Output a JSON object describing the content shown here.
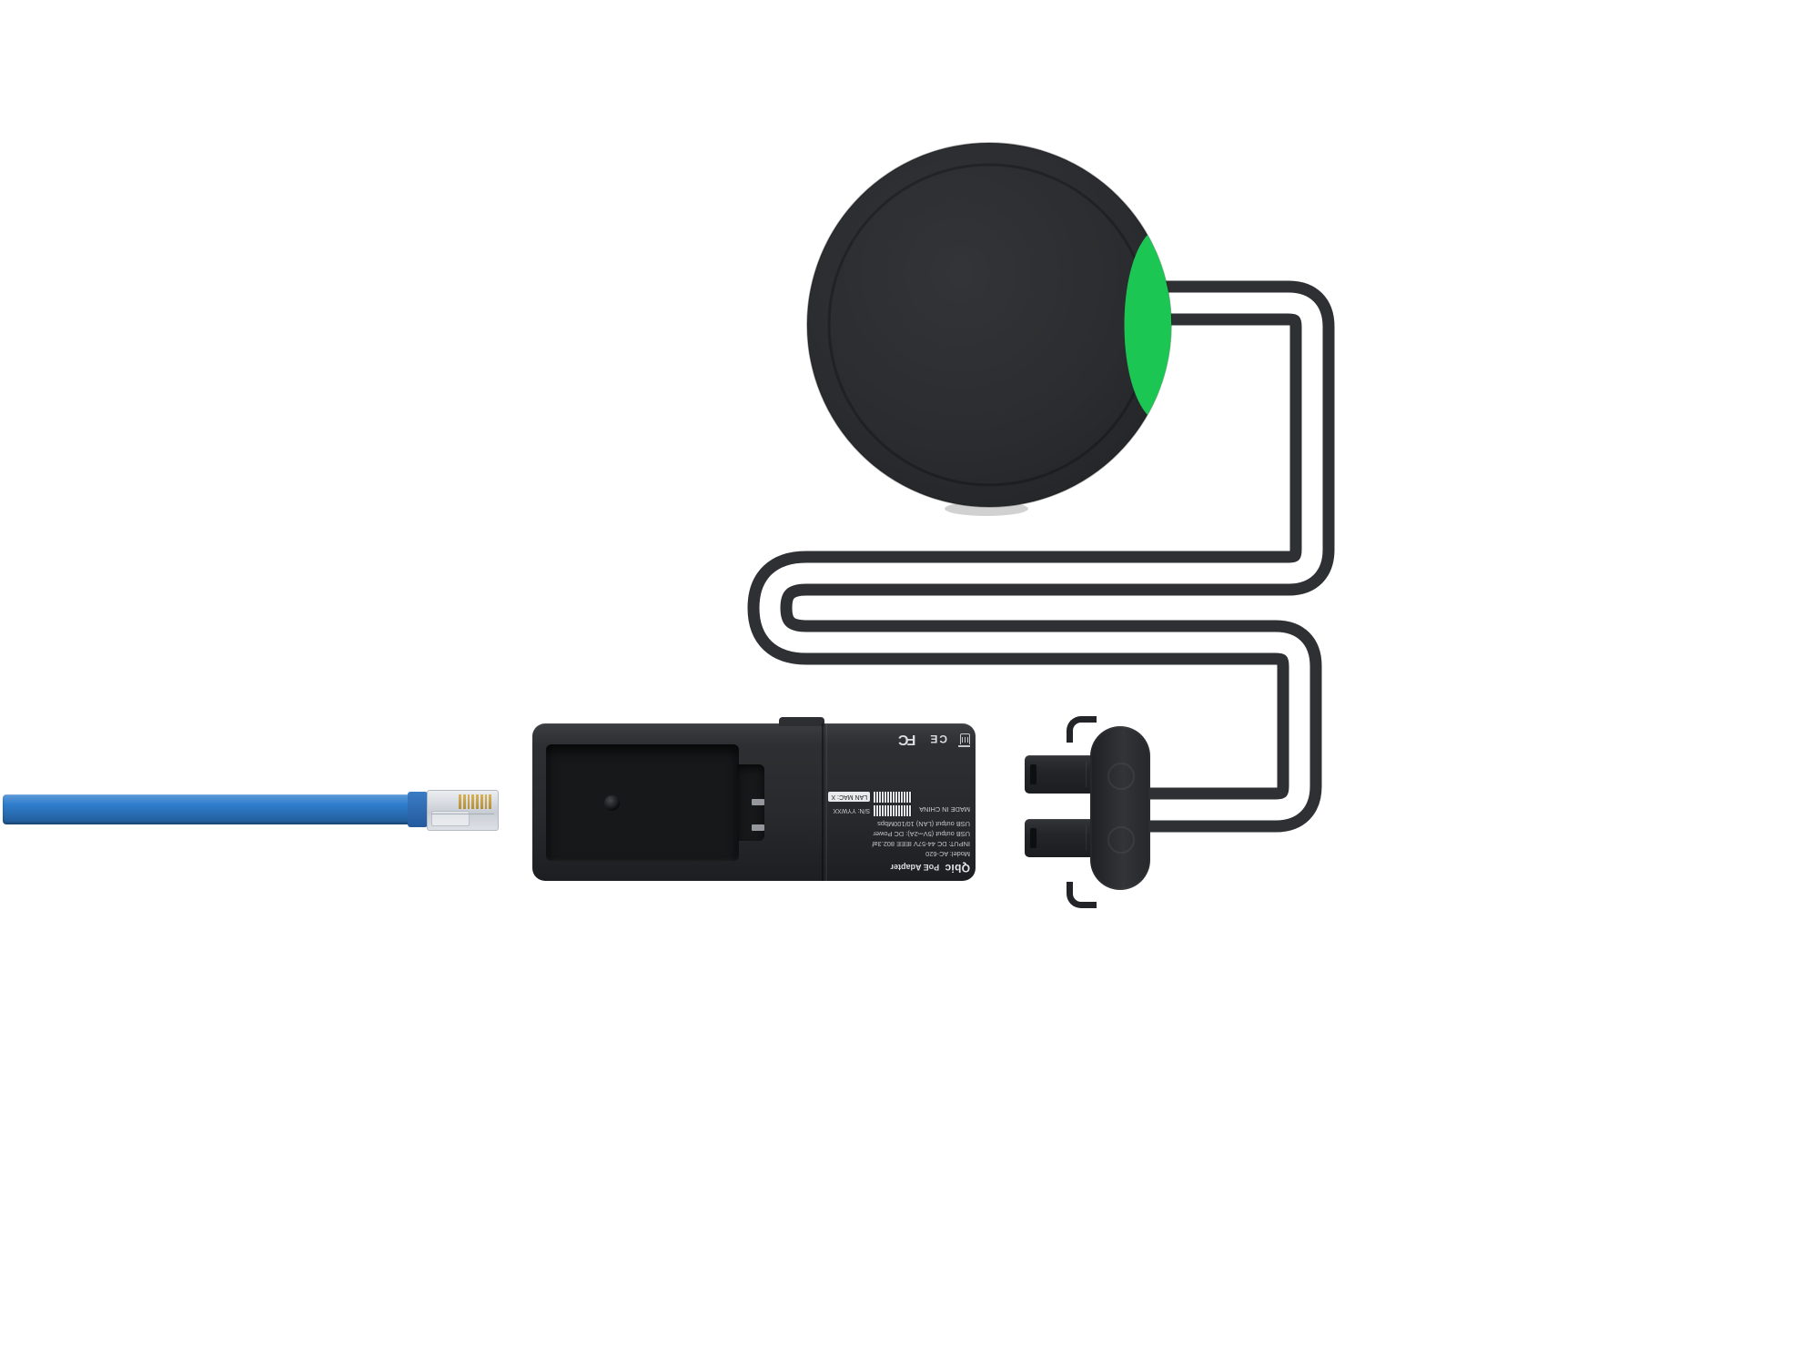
{
  "colors": {
    "device_body": "#2a2c2f",
    "device_accent_green": "#1cc653",
    "cable_dark": "#2e3033",
    "ethernet_blue": "#2e7ccc",
    "label_text": "#c9ccd0"
  },
  "adapter_label": {
    "brand": "Qbic",
    "product": "PoE Adapter",
    "model": "Model: AC-620",
    "input": "INPUT: DC 44-57V IEEE 802.3af",
    "usb_power_output": "USB output (5V⎓2A): DC Power",
    "usb_lan_output": "USB output (LAN) 10/100Mbps",
    "origin": "MADE IN CHINA",
    "serial": "S/N: YYWXX",
    "lan_mac": "LAN MAC: X",
    "fcc_mark": "FC",
    "ce_mark": "CE"
  }
}
